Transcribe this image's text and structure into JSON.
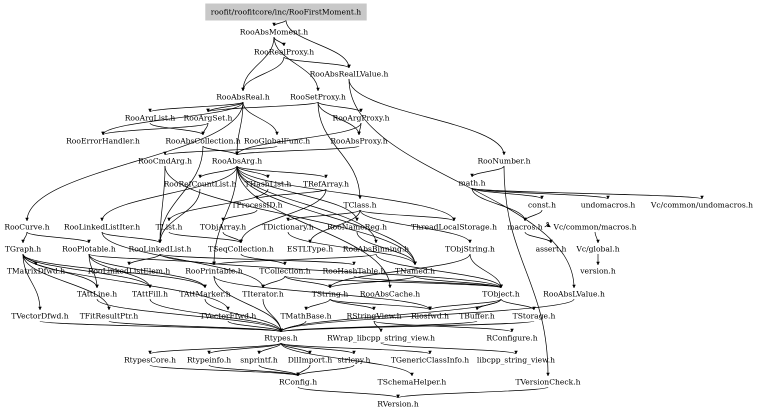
{
  "diagram": {
    "root": "roofit/roofitcore/inc/RooFirstMoment.h",
    "colors": {
      "root_fill": "#c8c8c8",
      "edge": "#000000",
      "background": "#ffffff"
    },
    "nodes": [
      {
        "id": "root",
        "label": "roofit/roofitcore/inc/RooFirstMoment.h"
      },
      {
        "id": "absmoment",
        "label": "RooAbsMoment.h"
      },
      {
        "id": "realproxy",
        "label": "RooRealProxy.h"
      },
      {
        "id": "absreallvalue",
        "label": "RooAbsRealLValue.h"
      },
      {
        "id": "absreal",
        "label": "RooAbsReal.h"
      },
      {
        "id": "setproxy",
        "label": "RooSetProxy.h"
      },
      {
        "id": "arglist",
        "label": "RooArgList.h"
      },
      {
        "id": "argset",
        "label": "RooArgSet.h"
      },
      {
        "id": "argproxy",
        "label": "RooArgProxy.h"
      },
      {
        "id": "errorhandler",
        "label": "RooErrorHandler.h"
      },
      {
        "id": "abscollection",
        "label": "RooAbsCollection.h"
      },
      {
        "id": "globalfunc",
        "label": "RooGlobalFunc.h"
      },
      {
        "id": "absproxy",
        "label": "RooAbsProxy.h"
      },
      {
        "id": "number",
        "label": "RooNumber.h"
      },
      {
        "id": "cmdarg",
        "label": "RooCmdArg.h"
      },
      {
        "id": "absarg",
        "label": "RooAbsArg.h"
      },
      {
        "id": "math",
        "label": "math.h"
      },
      {
        "id": "refcountlist",
        "label": "RooRefCountList.h"
      },
      {
        "id": "thashlist",
        "label": "THashList.h"
      },
      {
        "id": "trefarray",
        "label": "TRefArray.h"
      },
      {
        "id": "const",
        "label": "const.h"
      },
      {
        "id": "undomacros",
        "label": "undomacros.h"
      },
      {
        "id": "tprocessid",
        "label": "TProcessID.h"
      },
      {
        "id": "tclass",
        "label": "TClass.h"
      },
      {
        "id": "vcundomacros",
        "label": "Vc/common/undomacros.h"
      },
      {
        "id": "curve",
        "label": "RooCurve.h"
      },
      {
        "id": "linkedlistiter",
        "label": "RooLinkedListIter.h"
      },
      {
        "id": "tlist",
        "label": "TList.h"
      },
      {
        "id": "tobjarray",
        "label": "TObjArray.h"
      },
      {
        "id": "tdictionary",
        "label": "TDictionary.h"
      },
      {
        "id": "namereg",
        "label": "RooNameReg.h"
      },
      {
        "id": "threadlocal",
        "label": "ThreadLocalStorage.h"
      },
      {
        "id": "macros",
        "label": "macros.h"
      },
      {
        "id": "vcmacros",
        "label": "Vc/common/macros.h"
      },
      {
        "id": "tgraph",
        "label": "TGraph.h"
      },
      {
        "id": "plotable",
        "label": "RooPlotable.h"
      },
      {
        "id": "linkedlist",
        "label": "RooLinkedList.h"
      },
      {
        "id": "tseqcollection",
        "label": "TSeqCollection.h"
      },
      {
        "id": "estltype",
        "label": "ESTLType.h"
      },
      {
        "id": "absbinning",
        "label": "RooAbsBinning.h"
      },
      {
        "id": "tobjstring",
        "label": "TObjString.h"
      },
      {
        "id": "assert",
        "label": "assert.h"
      },
      {
        "id": "vcglobal",
        "label": "Vc/global.h"
      },
      {
        "id": "tmatrixdfwd",
        "label": "TMatrixDfwd.h"
      },
      {
        "id": "linkedlistelem",
        "label": "RooLinkedListElem.h"
      },
      {
        "id": "printable",
        "label": "RooPrintable.h"
      },
      {
        "id": "tcollection",
        "label": "TCollection.h"
      },
      {
        "id": "hashtable",
        "label": "RooHashTable.h"
      },
      {
        "id": "tnamed",
        "label": "TNamed.h"
      },
      {
        "id": "version",
        "label": "version.h"
      },
      {
        "id": "tattline",
        "label": "TAttLine.h"
      },
      {
        "id": "tattfill",
        "label": "TAttFill.h"
      },
      {
        "id": "tattmarker",
        "label": "TAttMarker.h"
      },
      {
        "id": "titerator",
        "label": "TIterator.h"
      },
      {
        "id": "tstring",
        "label": "TString.h"
      },
      {
        "id": "abscache",
        "label": "RooAbsCache.h"
      },
      {
        "id": "tobject",
        "label": "TObject.h"
      },
      {
        "id": "abslvalue",
        "label": "RooAbsLValue.h"
      },
      {
        "id": "tvectordfwd",
        "label": "TVectorDfwd.h"
      },
      {
        "id": "tfitresultptr",
        "label": "TFitResultPtr.h"
      },
      {
        "id": "tvectorffwd",
        "label": "TVectorFfwd.h"
      },
      {
        "id": "tmathbase",
        "label": "TMathBase.h"
      },
      {
        "id": "rstringview",
        "label": "RStringView.h"
      },
      {
        "id": "riosfwd",
        "label": "Riosfwd.h"
      },
      {
        "id": "tbuffer",
        "label": "TBuffer.h"
      },
      {
        "id": "tstorage",
        "label": "TStorage.h"
      },
      {
        "id": "rwrap",
        "label": "RWrap_libcpp_string_view.h"
      },
      {
        "id": "rconfigure",
        "label": "RConfigure.h"
      },
      {
        "id": "rtypes",
        "label": "Rtypes.h"
      },
      {
        "id": "rtypescore",
        "label": "RtypesCore.h"
      },
      {
        "id": "rtypeinfo",
        "label": "Rtypeinfo.h"
      },
      {
        "id": "snprintf",
        "label": "snprintf.h"
      },
      {
        "id": "dllimport",
        "label": "DllImport.h"
      },
      {
        "id": "strlcpy",
        "label": "strlcpy.h"
      },
      {
        "id": "tgenericclassinfo",
        "label": "TGenericClassInfo.h"
      },
      {
        "id": "libcppsv",
        "label": "libcpp_string_view.h"
      },
      {
        "id": "rconfig",
        "label": "RConfig.h"
      },
      {
        "id": "tschemahelper",
        "label": "TSchemaHelper.h"
      },
      {
        "id": "tversioncheck",
        "label": "TVersionCheck.h"
      },
      {
        "id": "rversion",
        "label": "RVersion.h"
      }
    ],
    "edges": [
      [
        "root",
        "absmoment"
      ],
      [
        "root",
        "absreallvalue"
      ],
      [
        "absmoment",
        "realproxy"
      ],
      [
        "absmoment",
        "absreal"
      ],
      [
        "absmoment",
        "setproxy"
      ],
      [
        "realproxy",
        "absreal"
      ],
      [
        "realproxy",
        "absreallvalue"
      ],
      [
        "absreallvalue",
        "number"
      ],
      [
        "absreallvalue",
        "abslvalue"
      ],
      [
        "absreal",
        "arglist"
      ],
      [
        "absreal",
        "argset"
      ],
      [
        "absreal",
        "errorhandler"
      ],
      [
        "absreal",
        "globalfunc"
      ],
      [
        "absreal",
        "absarg"
      ],
      [
        "absreal",
        "curve"
      ],
      [
        "setproxy",
        "argset"
      ],
      [
        "setproxy",
        "argproxy"
      ],
      [
        "setproxy",
        "absproxy"
      ],
      [
        "setproxy",
        "tclass"
      ],
      [
        "arglist",
        "abscollection"
      ],
      [
        "argset",
        "abscollection"
      ],
      [
        "argset",
        "errorhandler"
      ],
      [
        "argproxy",
        "absarg"
      ],
      [
        "argproxy",
        "absproxy"
      ],
      [
        "abscollection",
        "absarg"
      ],
      [
        "abscollection",
        "linkedlist"
      ],
      [
        "globalfunc",
        "cmdarg"
      ],
      [
        "absproxy",
        "absarg"
      ],
      [
        "number",
        "math"
      ],
      [
        "number",
        "tversioncheck"
      ],
      [
        "math",
        "const"
      ],
      [
        "math",
        "undomacros"
      ],
      [
        "math",
        "macros"
      ],
      [
        "math",
        "vcundomacros"
      ],
      [
        "const",
        "macros"
      ],
      [
        "macros",
        "vcmacros"
      ],
      [
        "macros",
        "assert"
      ],
      [
        "vcmacros",
        "vcglobal"
      ],
      [
        "vcglobal",
        "version"
      ],
      [
        "cmdarg",
        "tnamed"
      ],
      [
        "cmdarg",
        "linkedlist"
      ],
      [
        "absarg",
        "refcountlist"
      ],
      [
        "absarg",
        "thashlist"
      ],
      [
        "absarg",
        "trefarray"
      ],
      [
        "absarg",
        "tnamed"
      ],
      [
        "absarg",
        "printable"
      ],
      [
        "absarg",
        "abscache"
      ],
      [
        "absarg",
        "namereg"
      ],
      [
        "absarg",
        "linkedlistiter"
      ],
      [
        "absarg",
        "threadlocal"
      ],
      [
        "absarg",
        "absbinning"
      ],
      [
        "refcountlist",
        "linkedlist"
      ],
      [
        "thashlist",
        "tlist"
      ],
      [
        "trefarray",
        "tseqcollection"
      ],
      [
        "trefarray",
        "tprocessid"
      ],
      [
        "tprocessid",
        "tobjarray"
      ],
      [
        "tclass",
        "tdictionary"
      ],
      [
        "tclass",
        "estltype"
      ],
      [
        "tclass",
        "tobjstring"
      ],
      [
        "tclass",
        "threadlocal"
      ],
      [
        "curve",
        "tgraph"
      ],
      [
        "curve",
        "plotable"
      ],
      [
        "tgraph",
        "tmatrixdfwd"
      ],
      [
        "tgraph",
        "tattline"
      ],
      [
        "tgraph",
        "tattfill"
      ],
      [
        "tgraph",
        "tattmarker"
      ],
      [
        "tgraph",
        "tvectordfwd"
      ],
      [
        "tgraph",
        "tfitresultptr"
      ],
      [
        "tgraph",
        "tvectorffwd"
      ],
      [
        "linkedlistiter",
        "linkedlist"
      ],
      [
        "linkedlistiter",
        "titerator"
      ],
      [
        "tlist",
        "tseqcollection"
      ],
      [
        "tobjarray",
        "tseqcollection"
      ],
      [
        "tdictionary",
        "tnamed"
      ],
      [
        "namereg",
        "tnamed"
      ],
      [
        "plotable",
        "printable"
      ],
      [
        "plotable",
        "tattline"
      ],
      [
        "plotable",
        "tattfill"
      ],
      [
        "plotable",
        "tattmarker"
      ],
      [
        "linkedlist",
        "linkedlistelem"
      ],
      [
        "linkedlist",
        "hashtable"
      ],
      [
        "linkedlist",
        "tobject"
      ],
      [
        "tseqcollection",
        "tcollection"
      ],
      [
        "tcollection",
        "tobject"
      ],
      [
        "tcollection",
        "tstring"
      ],
      [
        "tcollection",
        "titerator"
      ],
      [
        "absbinning",
        "tobject"
      ],
      [
        "absbinning",
        "printable"
      ],
      [
        "tobjstring",
        "tobject"
      ],
      [
        "tobjstring",
        "tstring"
      ],
      [
        "hashtable",
        "tobject"
      ],
      [
        "tnamed",
        "tobject"
      ],
      [
        "tnamed",
        "tstring"
      ],
      [
        "printable",
        "riosfwd"
      ],
      [
        "printable",
        "rtypes"
      ],
      [
        "tattline",
        "rtypes"
      ],
      [
        "tattfill",
        "rtypes"
      ],
      [
        "tattmarker",
        "rtypes"
      ],
      [
        "titerator",
        "rtypes"
      ],
      [
        "tstring",
        "rstringview"
      ],
      [
        "tstring",
        "tmathbase"
      ],
      [
        "tstring",
        "riosfwd"
      ],
      [
        "tobject",
        "tbuffer"
      ],
      [
        "tobject",
        "tstorage"
      ],
      [
        "tobject",
        "riosfwd"
      ],
      [
        "tobject",
        "rtypes"
      ],
      [
        "abslvalue",
        "rtypes"
      ],
      [
        "tvectordfwd",
        "rtypes"
      ],
      [
        "tfitresultptr",
        "rtypes"
      ],
      [
        "tvectorffwd",
        "rtypes"
      ],
      [
        "tmathbase",
        "rtypes"
      ],
      [
        "rstringview",
        "rwrap"
      ],
      [
        "rstringview",
        "rconfigure"
      ],
      [
        "rwrap",
        "libcppsv"
      ],
      [
        "tbuffer",
        "rtypes"
      ],
      [
        "tstorage",
        "rtypes"
      ],
      [
        "rtypes",
        "rtypescore"
      ],
      [
        "rtypes",
        "rtypeinfo"
      ],
      [
        "rtypes",
        "snprintf"
      ],
      [
        "rtypes",
        "dllimport"
      ],
      [
        "rtypes",
        "strlcpy"
      ],
      [
        "rtypes",
        "tgenericclassinfo"
      ],
      [
        "rtypes",
        "tschemahelper"
      ],
      [
        "rtypescore",
        "rconfig"
      ],
      [
        "rtypeinfo",
        "rconfig"
      ],
      [
        "dllimport",
        "rconfig"
      ],
      [
        "strlcpy",
        "rconfig"
      ],
      [
        "snprintf",
        "rconfig"
      ],
      [
        "rconfig",
        "rversion"
      ],
      [
        "tversioncheck",
        "rversion"
      ]
    ]
  }
}
